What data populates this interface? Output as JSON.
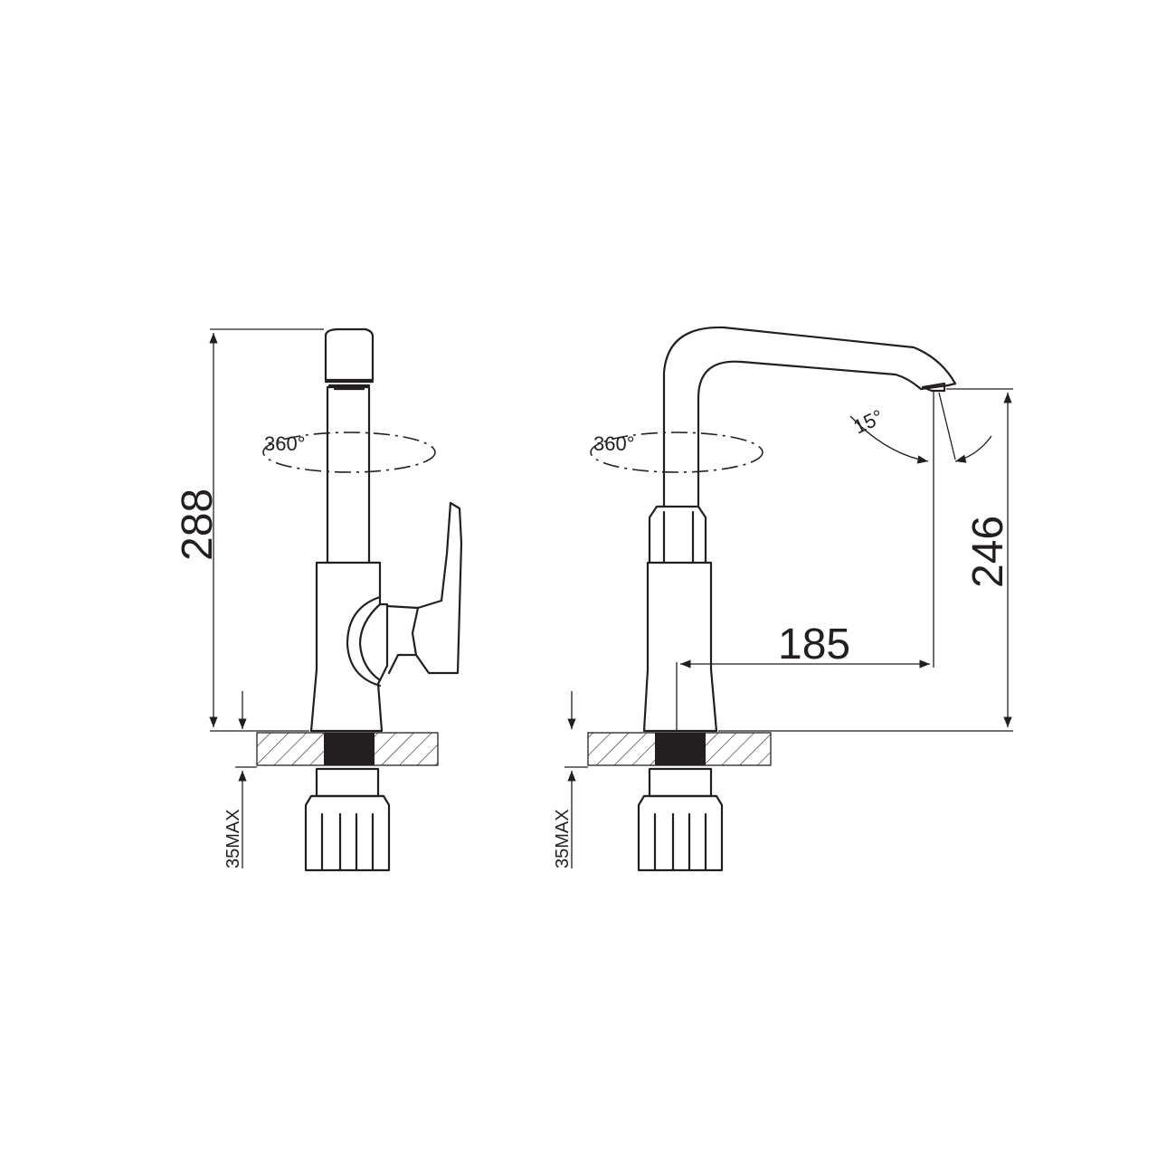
{
  "drawing": {
    "side_view": {
      "height_label": "288",
      "rotation_label": "360°",
      "deck_label": "35MAX"
    },
    "front_view": {
      "rotation_label": "360°",
      "reach_label": "185",
      "spout_height_label": "246",
      "angle_label": "15°",
      "deck_label": "35MAX"
    }
  }
}
